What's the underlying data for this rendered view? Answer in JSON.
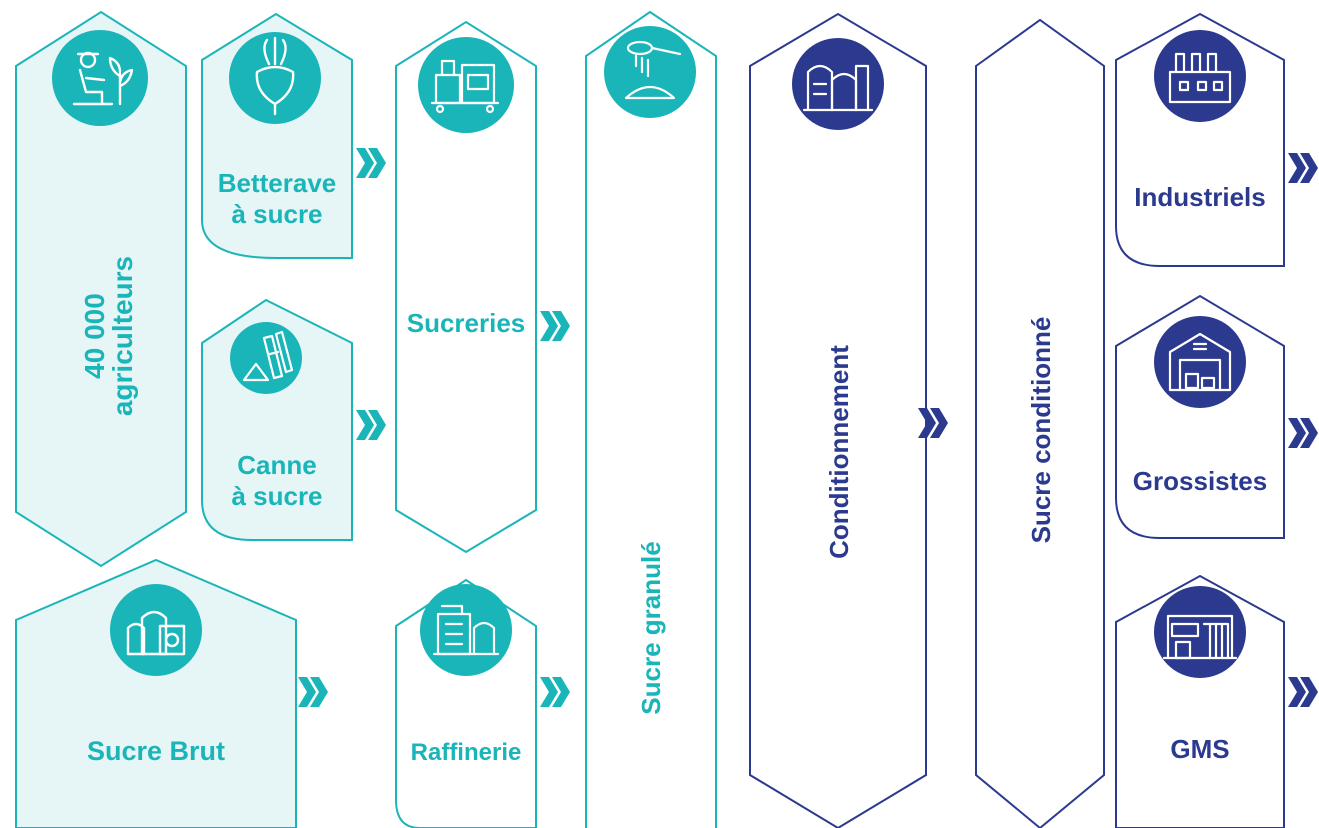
{
  "colors": {
    "teal": "#1ab5b8",
    "teal_fill": "#e6f5f6",
    "navy": "#2b3a8f",
    "white": "#ffffff"
  },
  "nodes": {
    "agriculteurs": {
      "line1": "40 000",
      "line2": "agriculteurs",
      "icon": "farmer-icon"
    },
    "betterave": {
      "line1": "Betterave",
      "line2": "à sucre",
      "icon": "beet-icon"
    },
    "canne": {
      "line1": "Canne",
      "line2": "à sucre",
      "icon": "sugarcane-icon"
    },
    "sucre_brut": {
      "label": "Sucre Brut",
      "icon": "sugar-sacks-icon"
    },
    "sucreries": {
      "label": "Sucreries",
      "icon": "sugar-machine-icon"
    },
    "raffinerie": {
      "label": "Raffinerie",
      "icon": "refinery-icon"
    },
    "sucre_granule": {
      "label": "Sucre granulé",
      "icon": "sugar-spoon-icon"
    },
    "conditionnement": {
      "label": "Conditionnement",
      "icon": "silos-icon"
    },
    "sucre_conditionne": {
      "label": "Sucre conditionné"
    },
    "industriels": {
      "label": "Industriels",
      "icon": "factory-icon"
    },
    "grossistes": {
      "label": "Grossistes",
      "icon": "warehouse-icon"
    },
    "gms": {
      "label": "GMS",
      "icon": "supermarket-icon"
    }
  }
}
